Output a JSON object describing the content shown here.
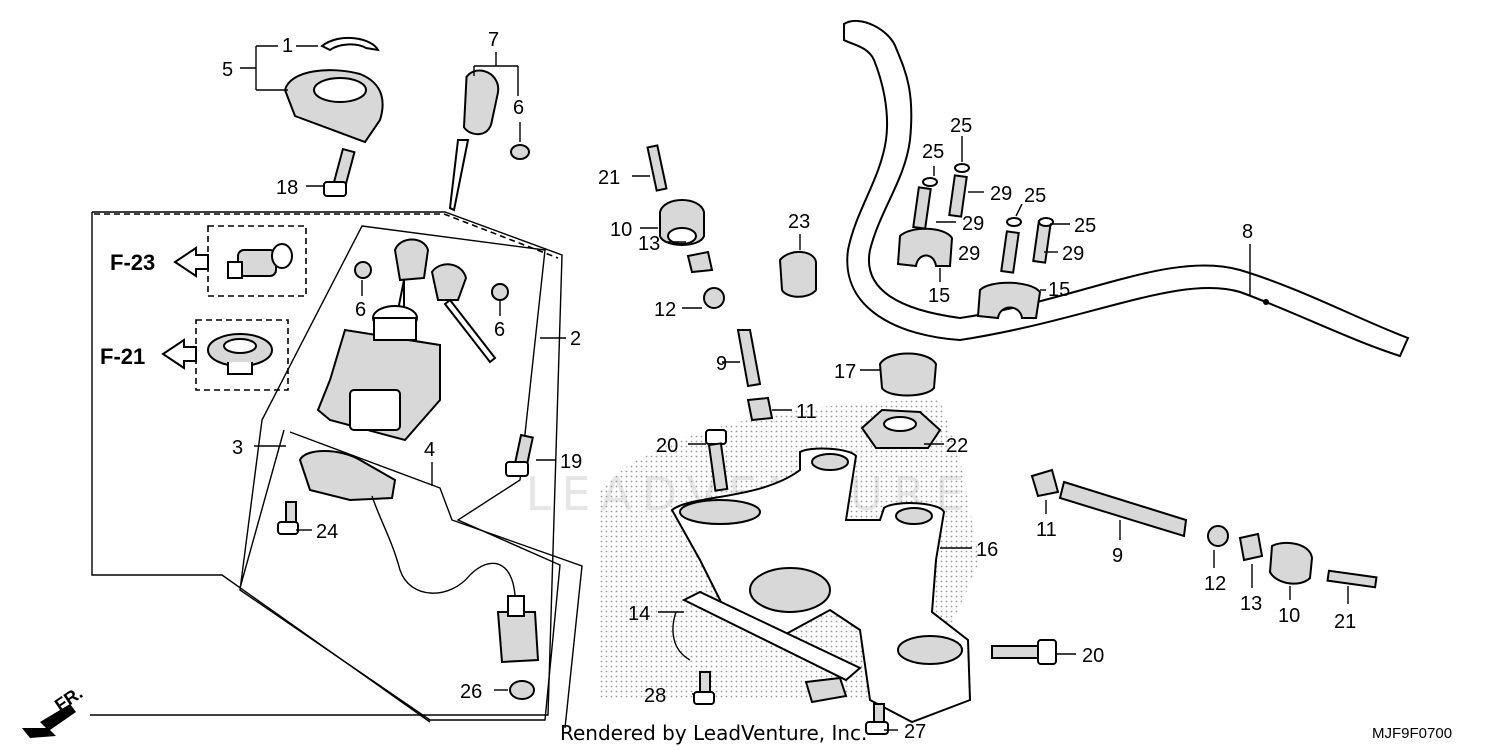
{
  "callouts": [
    {
      "id": "c1",
      "label": "1"
    },
    {
      "id": "c5",
      "label": "5"
    },
    {
      "id": "c18",
      "label": "18"
    },
    {
      "id": "c7",
      "label": "7"
    },
    {
      "id": "c6a",
      "label": "6"
    },
    {
      "id": "c6b",
      "label": "6"
    },
    {
      "id": "c6c",
      "label": "6"
    },
    {
      "id": "c2",
      "label": "2"
    },
    {
      "id": "c3",
      "label": "3"
    },
    {
      "id": "c4",
      "label": "4"
    },
    {
      "id": "c19",
      "label": "19"
    },
    {
      "id": "c24",
      "label": "24"
    },
    {
      "id": "c26",
      "label": "26"
    },
    {
      "id": "c21a",
      "label": "21"
    },
    {
      "id": "c10a",
      "label": "10"
    },
    {
      "id": "c13a",
      "label": "13"
    },
    {
      "id": "c12a",
      "label": "12"
    },
    {
      "id": "c9a",
      "label": "9"
    },
    {
      "id": "c11a",
      "label": "11"
    },
    {
      "id": "c20a",
      "label": "20"
    },
    {
      "id": "c23",
      "label": "23"
    },
    {
      "id": "c17",
      "label": "17"
    },
    {
      "id": "c22",
      "label": "22"
    },
    {
      "id": "c16",
      "label": "16"
    },
    {
      "id": "c14",
      "label": "14"
    },
    {
      "id": "c28",
      "label": "28"
    },
    {
      "id": "c27",
      "label": "27"
    },
    {
      "id": "c20b",
      "label": "20"
    },
    {
      "id": "c8",
      "label": "8"
    },
    {
      "id": "c25a",
      "label": "25"
    },
    {
      "id": "c25b",
      "label": "25"
    },
    {
      "id": "c25c",
      "label": "25"
    },
    {
      "id": "c25d",
      "label": "25"
    },
    {
      "id": "c29a",
      "label": "29"
    },
    {
      "id": "c29b",
      "label": "29"
    },
    {
      "id": "c29c",
      "label": "29"
    },
    {
      "id": "c29d",
      "label": "29"
    },
    {
      "id": "c15a",
      "label": "15"
    },
    {
      "id": "c15b",
      "label": "15"
    },
    {
      "id": "c11b",
      "label": "11"
    },
    {
      "id": "c9b",
      "label": "9"
    },
    {
      "id": "c12b",
      "label": "12"
    },
    {
      "id": "c13b",
      "label": "13"
    },
    {
      "id": "c10b",
      "label": "10"
    },
    {
      "id": "c21b",
      "label": "21"
    }
  ],
  "refs": {
    "f23": "F-23",
    "f21": "F-21",
    "front": "FR."
  },
  "footer": {
    "credit": "Rendered by LeadVenture, Inc.",
    "code": "MJF9F0700"
  },
  "watermark": "LEADVENTURE"
}
